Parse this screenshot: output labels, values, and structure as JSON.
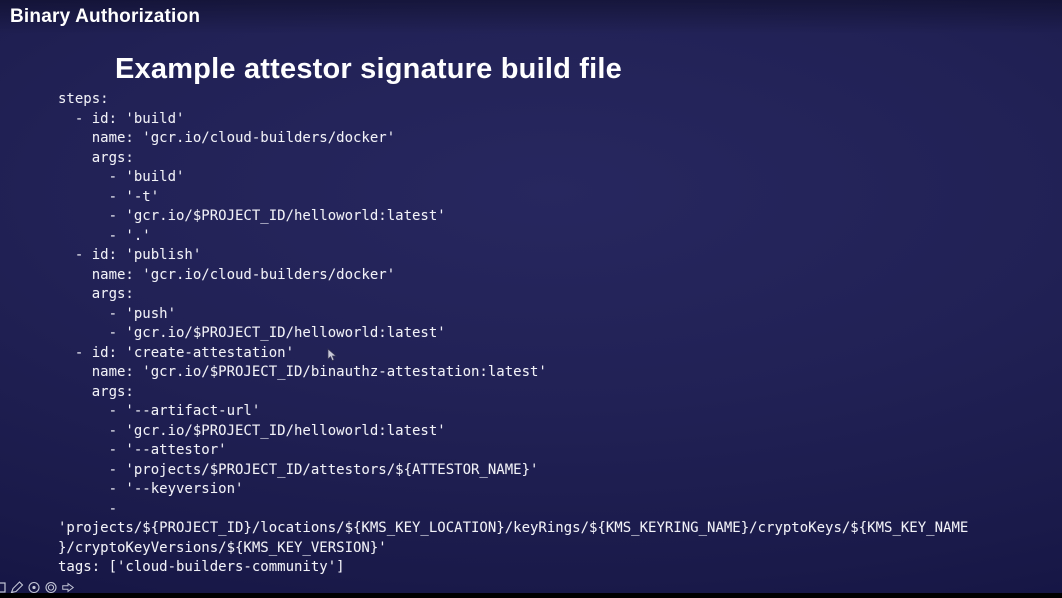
{
  "header": {
    "label": "Binary Authorization"
  },
  "slide": {
    "title": "Example attestor signature build file",
    "code": "steps:\n  - id: 'build'\n    name: 'gcr.io/cloud-builders/docker'\n    args:\n      - 'build'\n      - '-t'\n      - 'gcr.io/$PROJECT_ID/helloworld:latest'\n      - '.'\n  - id: 'publish'\n    name: 'gcr.io/cloud-builders/docker'\n    args:\n      - 'push'\n      - 'gcr.io/$PROJECT_ID/helloworld:latest'\n  - id: 'create-attestation'\n    name: 'gcr.io/$PROJECT_ID/binauthz-attestation:latest'\n    args:\n      - '--artifact-url'\n      - 'gcr.io/$PROJECT_ID/helloworld:latest'\n      - '--attestor'\n      - 'projects/$PROJECT_ID/attestors/${ATTESTOR_NAME}'\n      - '--keyversion'\n      -\n'projects/${PROJECT_ID}/locations/${KMS_KEY_LOCATION}/keyRings/${KMS_KEYRING_NAME}/cryptoKeys/${KMS_KEY_NAME\n}/cryptoKeyVersions/${KMS_KEY_VERSION}'\ntags: ['cloud-builders-community']"
  },
  "annotation_toolbar": {
    "icons": [
      "partial-square-icon",
      "pencil-icon",
      "circle-tool-icon",
      "circle-tool-icon",
      "forward-arrow-icon"
    ]
  },
  "cursor": {
    "type": "mouse-pointer"
  },
  "colors": {
    "background_center": "#27275f",
    "background_edge": "#0e0e36",
    "text": "#ffffff",
    "toolbar_icon": "#c3c6d6"
  }
}
